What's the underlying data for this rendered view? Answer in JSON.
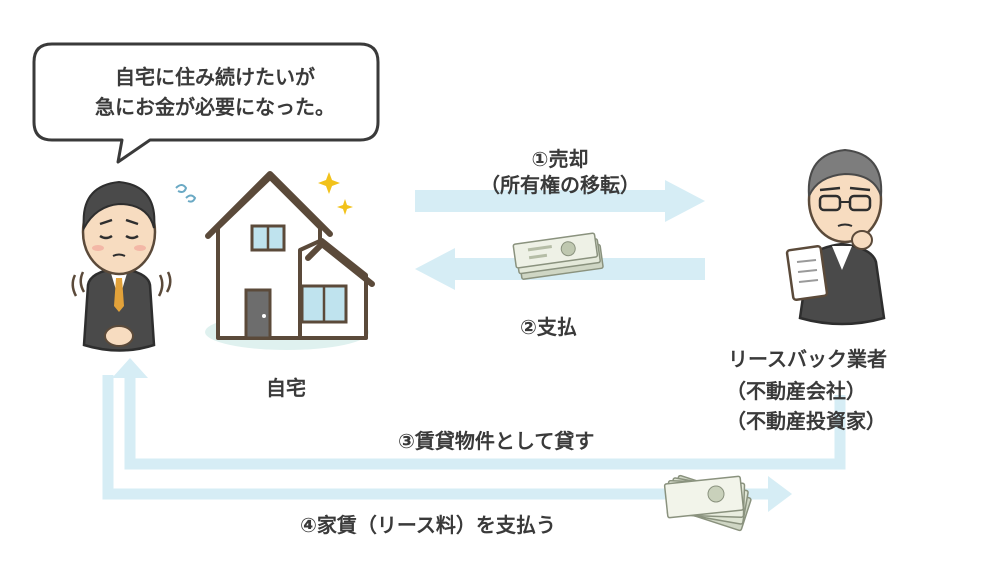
{
  "speech_bubble": {
    "line1": "自宅に住み続けたいが",
    "line2": "急にお金が必要になった。"
  },
  "house_label": "自宅",
  "step1": {
    "line1": "①売却",
    "line2": "（所有権の移転）"
  },
  "step2": "②支払",
  "company": {
    "line1": "リースバック業者",
    "line2": "（不動産会社）",
    "line3": "（不動産投資家）"
  },
  "step3": "③賃貸物件として貸す",
  "step4": "④家賃（リース料）を支払う",
  "colors": {
    "arrow": "#d6edf5",
    "house_outline": "#5b4a3a",
    "house_wall": "#ffffff",
    "window": "#bfe3ee",
    "lawn": "#dff1ef",
    "sparkle": "#f2c21b",
    "suit": "#4a4a4a",
    "skin": "#f7dcc0",
    "money": "#cfd6c4"
  }
}
